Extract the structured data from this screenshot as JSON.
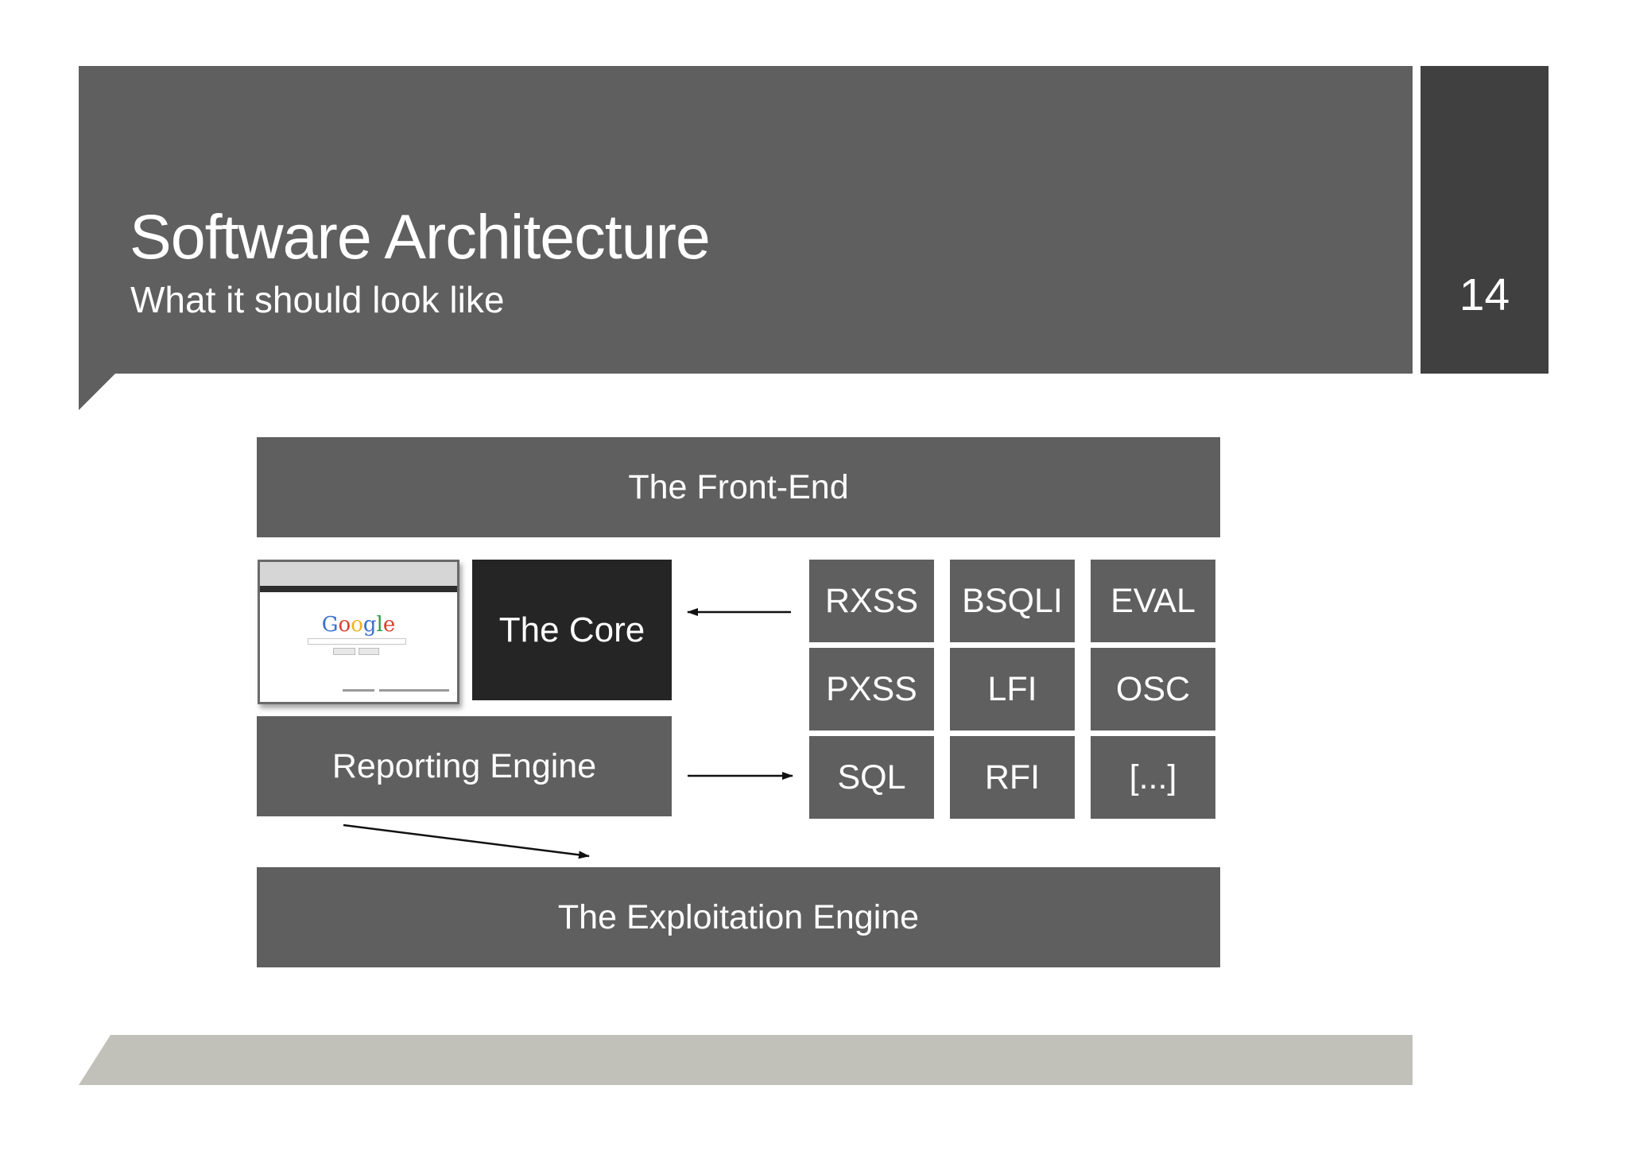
{
  "slide": {
    "title": "Software Architecture",
    "subtitle": "What it should look like",
    "page_number": "14"
  },
  "diagram": {
    "front_end": "The Front-End",
    "core": "The Core",
    "reporting": "Reporting Engine",
    "exploitation": "The Exploitation Engine",
    "modules": [
      [
        "RXSS",
        "BSQLI",
        "EVAL"
      ],
      [
        "PXSS",
        "LFI",
        "OSC"
      ],
      [
        "SQL",
        "RFI",
        "[...]"
      ]
    ],
    "screenshot_logo": "Google"
  },
  "colors": {
    "box": "#5f5f5f",
    "core": "#252525",
    "page_box": "#404040",
    "footer": "#c1c1ba"
  }
}
